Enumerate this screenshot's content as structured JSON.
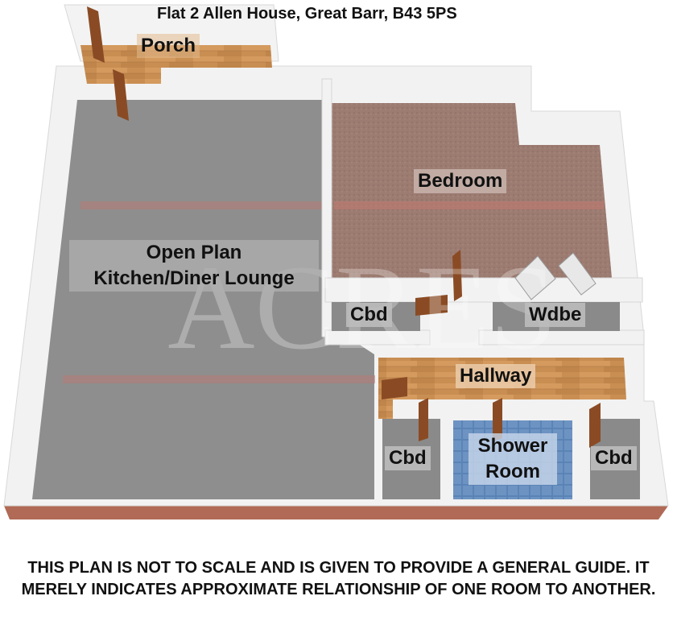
{
  "title": "Flat 2 Allen House, Great Barr, B43 5PS",
  "watermark": "ACRES",
  "rooms": {
    "porch": "Porch",
    "open_plan_line1": "Open Plan",
    "open_plan_line2": "Kitchen/Diner Lounge",
    "bedroom": "Bedroom",
    "cbd_upper": "Cbd",
    "wdbe": "Wdbe",
    "hallway": "Hallway",
    "cbd_lower_left": "Cbd",
    "shower_line1": "Shower",
    "shower_line2": "Room",
    "cbd_lower_right": "Cbd"
  },
  "disclaimer": "THIS PLAN IS NOT TO SCALE AND IS GIVEN TO PROVIDE A GENERAL GUIDE. IT MERELY INDICATES APPROXIMATE RELATIONSHIP OF ONE ROOM TO ANOTHER.",
  "colors": {
    "open_plan_floor": "#8c8c8c",
    "bedroom_floor": "#9b7a70",
    "wood_floor": "#c98e52",
    "shower_tiles": "#5a82b4",
    "wall": "#f2f2f2",
    "base_brick": "#b06a55"
  }
}
